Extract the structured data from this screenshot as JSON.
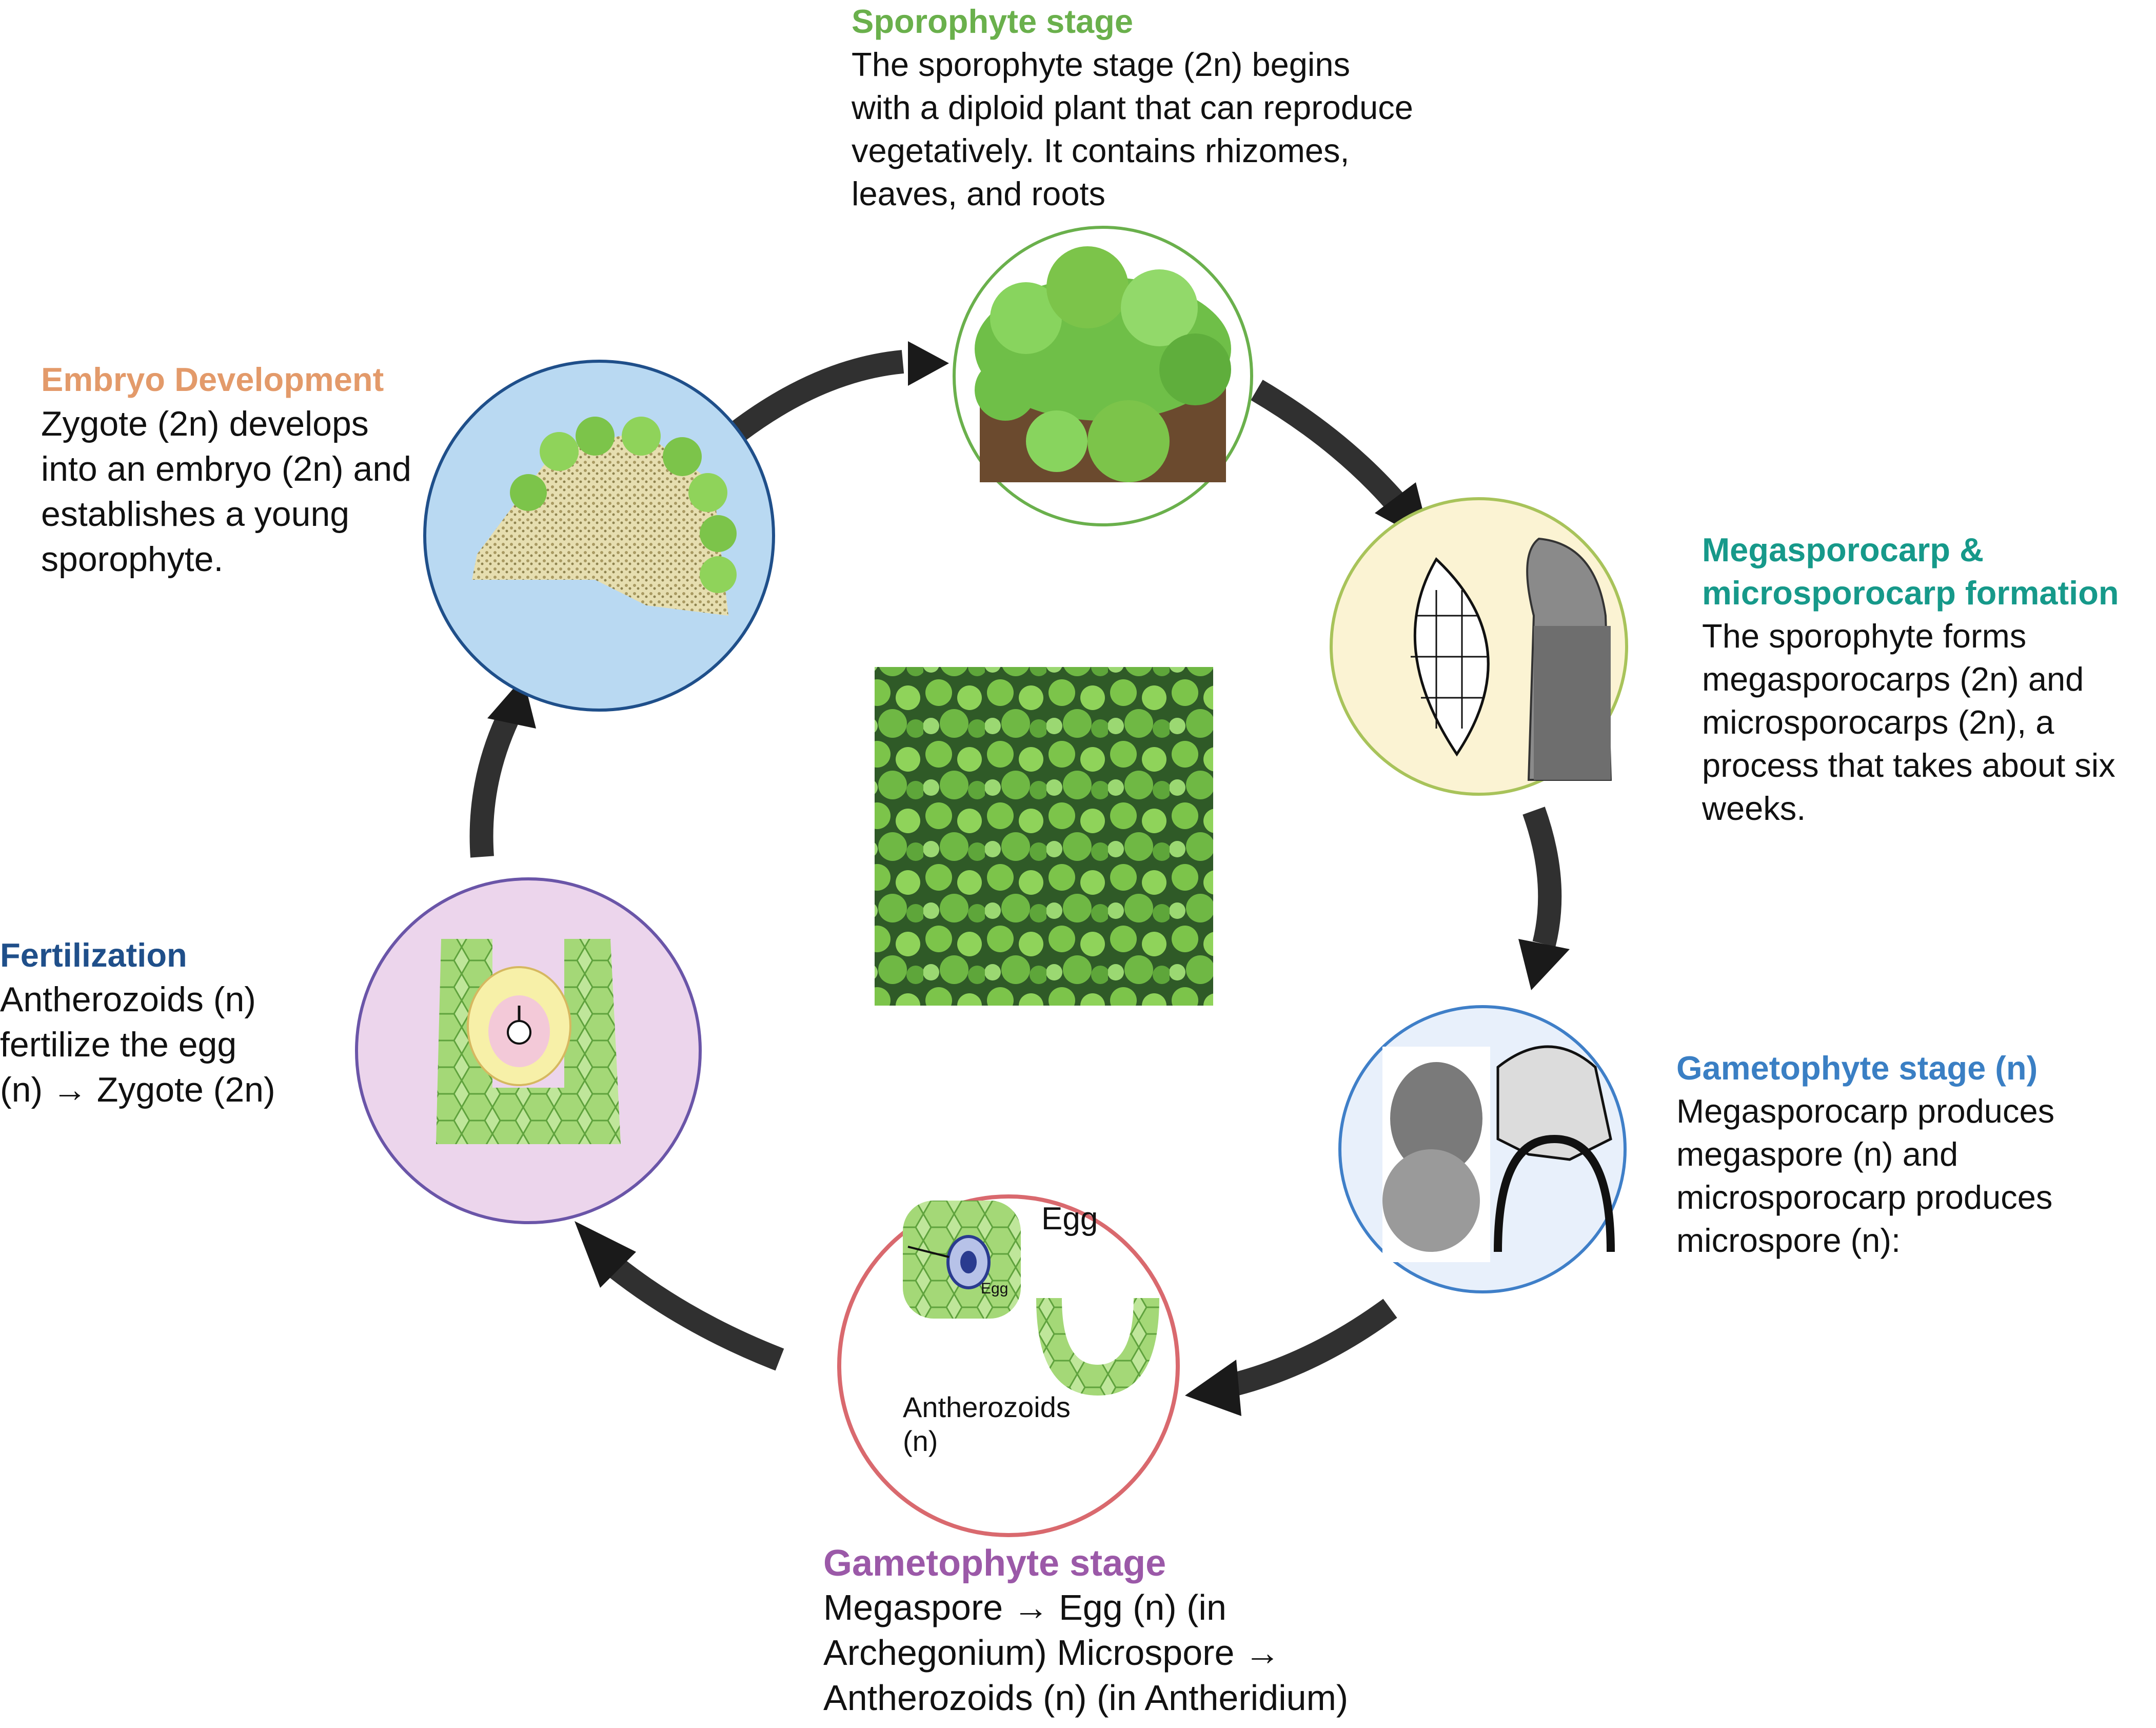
{
  "stages": {
    "sporophyte": {
      "title": "Sporophyte stage",
      "body": "The sporophyte stage (2n) begins\nwith a diploid plant that can reproduce\nvegetatively. It contains rhizomes,\nleaves, and roots",
      "title_color": "#6ab04c",
      "ring_color": "#6ab04c"
    },
    "sporocarp": {
      "title": "Megasporocarp &\nmicrosporocarp formation",
      "body": " The sporophyte forms\nmegasporocarps (2n) and\nmicrosporocarps (2n), a\nprocess that takes about six\nweeks.",
      "title_color": "#16998a",
      "ring_color": "#a8c35a"
    },
    "gametophyte_n": {
      "title": "Gametophyte stage (n)",
      "body": "Megasporocarp produces\nmegaspore (n) and\nmicrosporocarp produces\nmicrospore (n):",
      "title_color": "#3a7fc4",
      "ring_color": "#3f7fc8"
    },
    "gametophyte": {
      "title": "Gametophyte stage",
      "body": " Megaspore → Egg (n) (in\nArchegonium) Microspore →\nAntherozoids (n) (in Antheridium)",
      "title_color": "#9b59a8",
      "ring_color": "#d9696e"
    },
    "fertilization": {
      "title": "Fertilization",
      "body": "Antherozoids (n)\nfertilize the egg\n(n) → Zygote (2n)",
      "title_color": "#1f4f8a",
      "ring_color": "#6a55a8"
    },
    "embryo": {
      "title": "Embryo Development",
      "body": "Zygote (2n) develops\ninto an embryo (2n) and\nestablishes a young\nsporophyte.",
      "title_color": "#e39a6a",
      "ring_color": "#1f4f8a"
    }
  },
  "inner_labels": {
    "egg": "Egg",
    "egg_small": "Egg",
    "antherozoids": "Antherozoids\n(n)"
  },
  "colors": {
    "arrow": "#1a1a1a",
    "leaf_green": "#7cc44a",
    "leaf_dark": "#2f6b2a",
    "sporophyte_fill": "#ffffff",
    "sporocarp_fill": "#fbf3d3",
    "gametophyte_n_fill": "#e8f0fb",
    "gametophyte_fill": "#ffffff",
    "fertilization_fill": "#ecd5ec",
    "embryo_fill": "#b9d9f2"
  }
}
